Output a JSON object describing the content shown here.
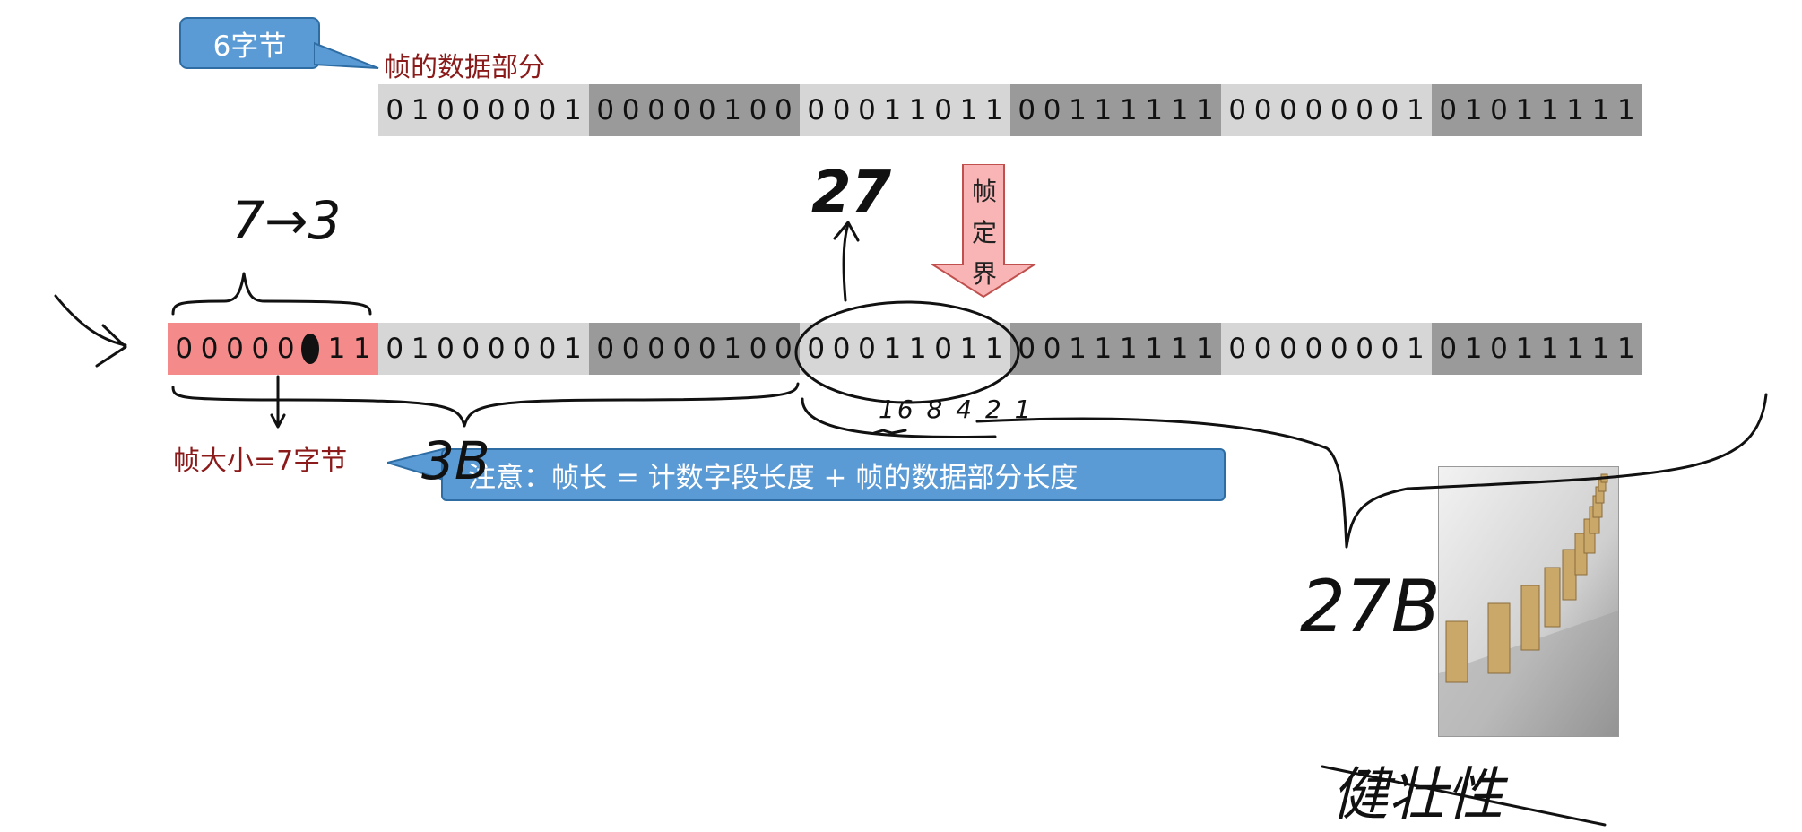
{
  "callout": {
    "text": "6字节"
  },
  "data_label": "帧的数据部分",
  "top_row": {
    "bytes": [
      {
        "bits": "01000001",
        "shade": "light"
      },
      {
        "bits": "00000100",
        "shade": "dark"
      },
      {
        "bits": "00011011",
        "shade": "light"
      },
      {
        "bits": "00111111",
        "shade": "dark"
      },
      {
        "bits": "00000001",
        "shade": "light"
      },
      {
        "bits": "01011111",
        "shade": "dark"
      }
    ]
  },
  "bottom_row": {
    "bytes": [
      {
        "bits": "00000011",
        "shade": "pink"
      },
      {
        "bits": "01000001",
        "shade": "light"
      },
      {
        "bits": "00000100",
        "shade": "dark"
      },
      {
        "bits": "00011011",
        "shade": "light"
      },
      {
        "bits": "00111111",
        "shade": "dark"
      },
      {
        "bits": "00000001",
        "shade": "light"
      },
      {
        "bits": "01011111",
        "shade": "dark"
      }
    ]
  },
  "frame_delimit_arrow": {
    "chars": [
      "帧",
      "定",
      "界"
    ]
  },
  "frame_size_label": "帧大小=7字节",
  "note": "注意：帧长 = 计数字段长度 + 帧的数据部分长度",
  "handwriting": {
    "seven_to_three": "7→3",
    "twenty_seven": "27",
    "weights": "16 8 4 2 1",
    "three_b": "3B",
    "twenty_seven_b": "27B",
    "crossed_word": "健壮性"
  },
  "colors": {
    "callout_blue": "#5b9bd5",
    "label_red": "#8b1a1a",
    "pink_byte": "#f48a8a",
    "light_byte": "#d6d6d6",
    "dark_byte": "#9a9a9a",
    "arrow_pink": "#f9b5b5"
  }
}
